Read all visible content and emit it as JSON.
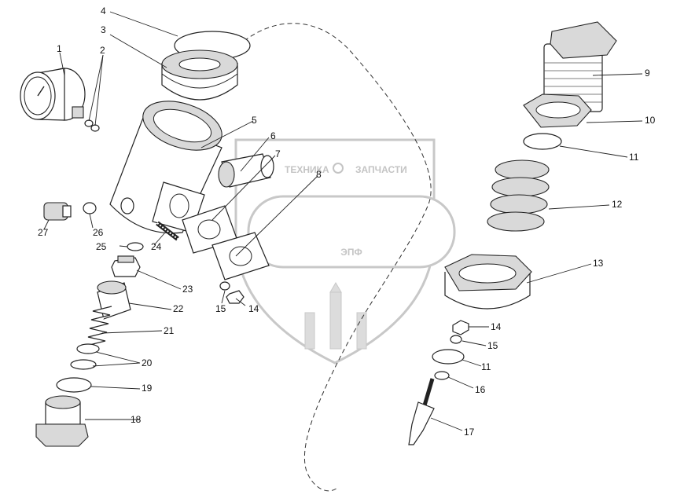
{
  "watermark": {
    "tagline_left": "ТЕХНИКА",
    "tagline_right": "ЗАПЧАСТИ",
    "logo_text": "ЭПФ"
  },
  "callouts": [
    {
      "id": "c1",
      "label": "1"
    },
    {
      "id": "c2",
      "label": "2"
    },
    {
      "id": "c3",
      "label": "3"
    },
    {
      "id": "c4",
      "label": "4"
    },
    {
      "id": "c5",
      "label": "5"
    },
    {
      "id": "c6",
      "label": "6"
    },
    {
      "id": "c7",
      "label": "7"
    },
    {
      "id": "c8",
      "label": "8"
    },
    {
      "id": "c9",
      "label": "9"
    },
    {
      "id": "c10",
      "label": "10"
    },
    {
      "id": "c11a",
      "label": "11"
    },
    {
      "id": "c11b",
      "label": "11"
    },
    {
      "id": "c12",
      "label": "12"
    },
    {
      "id": "c13",
      "label": "13"
    },
    {
      "id": "c14a",
      "label": "14"
    },
    {
      "id": "c14b",
      "label": "14"
    },
    {
      "id": "c15a",
      "label": "15"
    },
    {
      "id": "c15b",
      "label": "15"
    },
    {
      "id": "c16",
      "label": "16"
    },
    {
      "id": "c17",
      "label": "17"
    },
    {
      "id": "c18",
      "label": "18"
    },
    {
      "id": "c19",
      "label": "19"
    },
    {
      "id": "c20",
      "label": "20"
    },
    {
      "id": "c21",
      "label": "21"
    },
    {
      "id": "c22",
      "label": "22"
    },
    {
      "id": "c23",
      "label": "23"
    },
    {
      "id": "c24",
      "label": "24"
    },
    {
      "id": "c25",
      "label": "25"
    },
    {
      "id": "c26",
      "label": "26"
    },
    {
      "id": "c27",
      "label": "27"
    }
  ]
}
